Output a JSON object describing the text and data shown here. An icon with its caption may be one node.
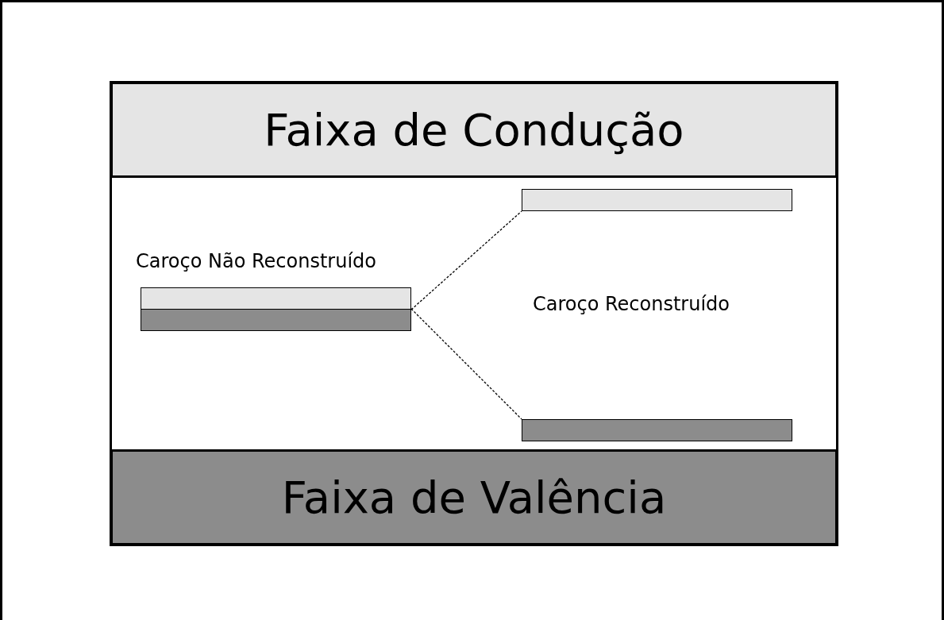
{
  "diagram": {
    "nodes": [
      {
        "text": [
          "Faixa de Condução"
        ]
      },
      {
        "text": [
          "Faixa de Valência"
        ]
      },
      {
        "text": [],
        "shape": "bar"
      },
      {
        "text": [],
        "shape": "bar"
      },
      {
        "text": [],
        "shape": "bar"
      },
      {
        "text": [],
        "shape": "bar"
      }
    ],
    "edges": [
      {
        "from": 2,
        "to": 4,
        "arrow": "none",
        "style": "dashed"
      },
      {
        "from": 3,
        "to": 5,
        "arrow": "none",
        "style": "dashed"
      }
    ],
    "labels": [
      "Caroço Não Reconstruído",
      "Caroço Reconstruído"
    ]
  }
}
